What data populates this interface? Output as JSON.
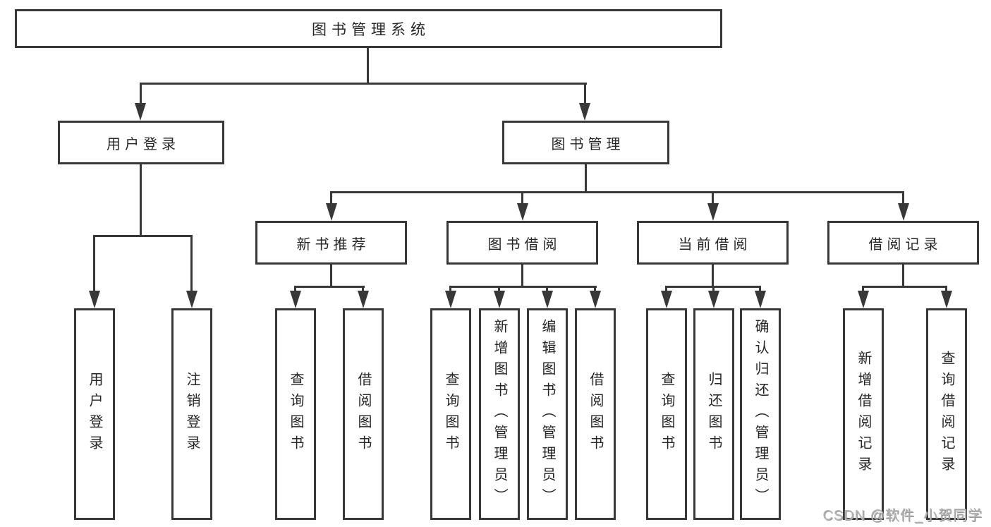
{
  "tree": {
    "root": {
      "label": "图书管理系统"
    },
    "branches": [
      {
        "label": "用户登录",
        "leaves": [
          "用户登录",
          "注销登录"
        ]
      },
      {
        "label": "图书管理",
        "groups": [
          {
            "label": "新书推荐",
            "leaves": [
              "查询图书",
              "借阅图书"
            ]
          },
          {
            "label": "图书借阅",
            "leaves": [
              "查询图书",
              "新增图书（管理员）",
              "编辑图书（管理员）",
              "借阅图书"
            ]
          },
          {
            "label": "当前借阅",
            "leaves": [
              "查询图书",
              "归还图书",
              "确认归还（管理员）"
            ]
          },
          {
            "label": "借阅记录",
            "leaves": [
              "新增借阅记录",
              "查询借阅记录"
            ]
          }
        ]
      }
    ]
  },
  "colors": {
    "line": "#383838",
    "text": "#262626",
    "watermark": "#b3b3b3",
    "background": "#ffffff"
  },
  "watermark": "CSDN @软件_小贺同学"
}
